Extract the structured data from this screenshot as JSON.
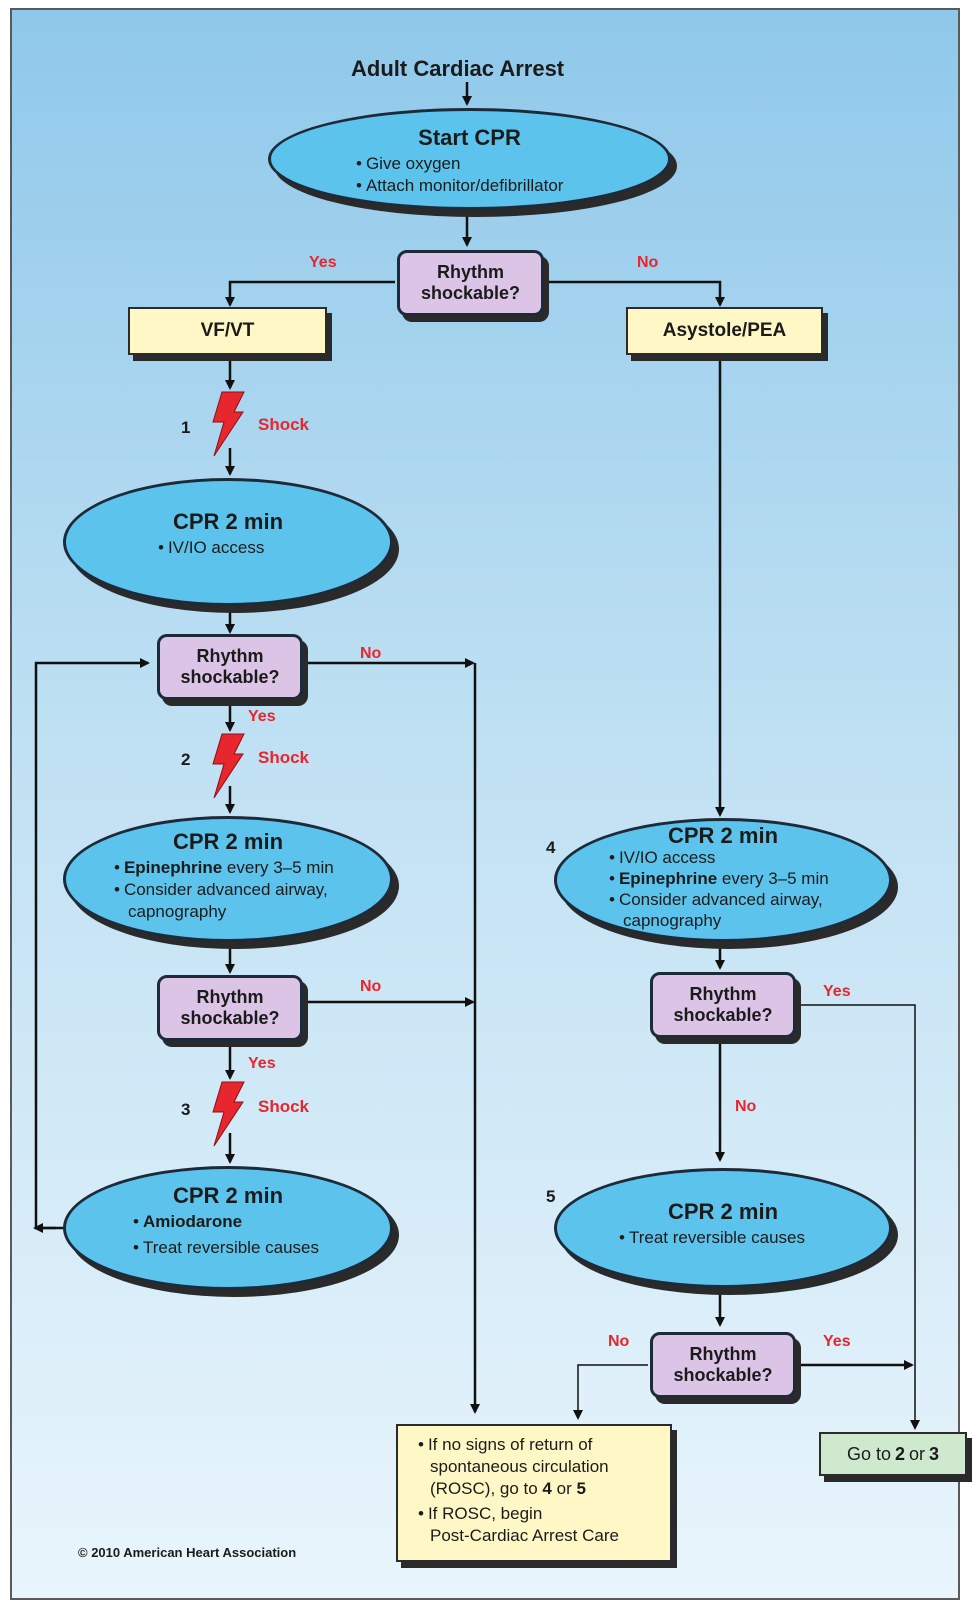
{
  "title": "Adult Cardiac Arrest",
  "start_cpr": {
    "heading": "Start CPR",
    "items": [
      "Give oxygen",
      "Attach monitor/defibrillator"
    ]
  },
  "decision_label": "Rhythm shockable?",
  "yes_label": "Yes",
  "no_label": "No",
  "shock_label": "Shock",
  "vf_vt": "VF/VT",
  "asystole_pea": "Asystole/PEA",
  "step_numbers": [
    "1",
    "2",
    "3",
    "4",
    "5"
  ],
  "cpr_heading": "CPR 2 min",
  "cpr_a_items": [
    "IV/IO access"
  ],
  "cpr_b": {
    "epi_bold": "Epinephrine",
    "epi_rest": " every 3–5 min",
    "airway_1": "Consider advanced airway,",
    "airway_2": "capnography"
  },
  "cpr_c": {
    "amio": "Amiodarone",
    "causes": "Treat reversible causes"
  },
  "cpr_d": {
    "access": "IV/IO access",
    "epi_bold": "Epinephrine",
    "epi_rest": " every 3–5 min",
    "airway_1": "Consider advanced airway,",
    "airway_2": "capnography"
  },
  "cpr_e": {
    "causes": "Treat reversible causes"
  },
  "result_box": {
    "line1": "If no signs of return of",
    "line2": "spontaneous circulation",
    "line3_a": "(ROSC), go to ",
    "line3_b": "4",
    "line3_c": " or ",
    "line3_d": "5",
    "line4": "If ROSC, begin",
    "line5": "Post-Cardiac Arrest Care"
  },
  "goto_box": {
    "prefix": "Go to ",
    "a": "2",
    "mid": " or ",
    "b": "3"
  },
  "copyright": "© 2010 American Heart Association",
  "colors": {
    "ellipse": "#5cc4ec",
    "decision": "#dcc4e6",
    "rect": "#fff8c6",
    "goto": "#cfe9cf",
    "red": "#e8262e"
  }
}
